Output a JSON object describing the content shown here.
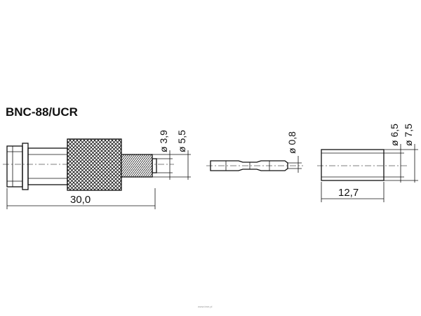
{
  "title": "BNC-88/UCR",
  "dimensions": {
    "connector_length": "30,0",
    "pin_diameter": "ø 3,9",
    "body_diameter": "ø 5,5",
    "center_contact_diameter": "ø 0,8",
    "sleeve_length": "12,7",
    "sleeve_inner_diameter": "ø 6,5",
    "sleeve_outer_diameter": "ø 7,5"
  },
  "watermark": "www.tme.pl"
}
